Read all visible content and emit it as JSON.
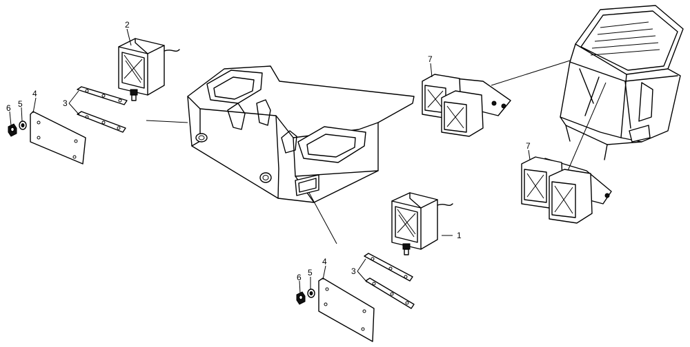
{
  "callouts": {
    "c1": "1",
    "c2": "2",
    "c3_top": "3",
    "c4_top": "4",
    "c5_top": "5",
    "c6_top": "6",
    "c3_bottom": "3",
    "c4_bottom": "4",
    "c5_bottom": "5",
    "c6_bottom": "6",
    "c7_top": "7",
    "c7_bottom": "7"
  }
}
